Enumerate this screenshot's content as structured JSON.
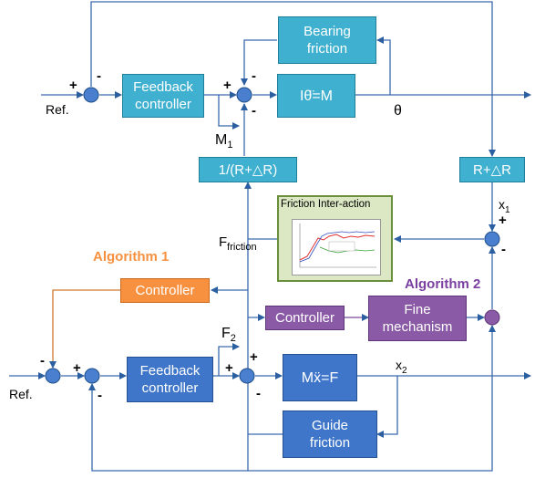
{
  "blocks": {
    "bearing_friction": "Bearing\nfriction",
    "feedback_controller_top": "Feedback\ncontroller",
    "plant_top": "Iθ̈=M",
    "inv_R": "1/(R+△R)",
    "R_block": "R+△R",
    "controller_orange": "Controller",
    "controller_purple": "Controller",
    "fine_mechanism": "Fine\nmechanism",
    "feedback_controller_bottom": "Feedback\ncontroller",
    "plant_bottom": "Mẍ=F",
    "guide_friction": "Guide\nfriction"
  },
  "friction_box": {
    "title": "Friction Inter-action"
  },
  "labels": {
    "ref_top": "Ref.",
    "ref_bottom": "Ref.",
    "theta": "θ",
    "M1_base": "M",
    "M1_sub": "1",
    "F2_base": "F",
    "F2_sub": "2",
    "x1_base": "x",
    "x1_sub": "1",
    "x2_base": "x",
    "x2_sub": "2",
    "ffriction_base": "F",
    "ffriction_sub": "friction",
    "algorithm1": "Algorithm 1",
    "algorithm2": "Algorithm 2"
  },
  "signs": {
    "plus": "+",
    "minus": "-"
  },
  "colors": {
    "teal": "#3fb0cf",
    "blue": "#3f76c9",
    "orange": "#f7913f",
    "purple": "#8a5aa6",
    "junction": "#3f76c9",
    "algorithm1": "#f7913f",
    "algorithm2": "#7a3fa0",
    "inter_action_bg": "#dbe8c3"
  }
}
